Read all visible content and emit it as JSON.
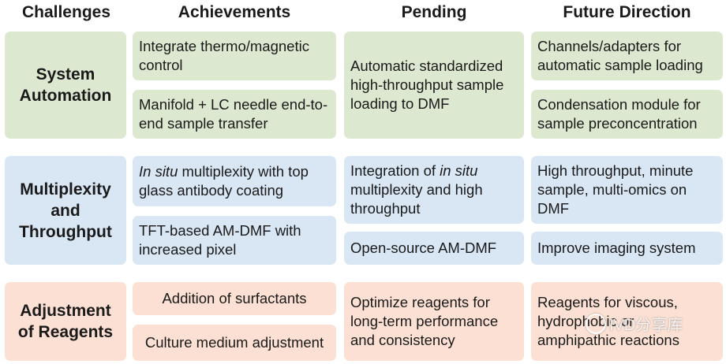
{
  "headers": {
    "challenges": "Challenges",
    "achievements": "Achievements",
    "pending": "Pending",
    "future": "Future Direction"
  },
  "rows": {
    "system": {
      "label": "System\nAutomation",
      "achievements": [
        "Integrate thermo/magnetic control",
        "Manifold + LC needle end-to-end sample transfer"
      ],
      "pending": [
        "Automatic standardized high-throughput sample loading to DMF"
      ],
      "future": [
        "Channels/adapters for automatic sample loading",
        "Condensation module for sample preconcentration"
      ]
    },
    "multiplexity": {
      "label": "Multiplexity\nand\nThroughput",
      "achievements": [
        "In situ multiplexity with top glass antibody coating",
        "TFT-based AM-DMF with increased pixel"
      ],
      "pending": [
        "Integration of in situ multiplexity and high throughput",
        "Open-source AM-DMF"
      ],
      "future": [
        "High throughput, minute sample, multi-omics on DMF",
        "Improve imaging system"
      ]
    },
    "reagents": {
      "label": "Adjustment\nof Reagents",
      "achievements": [
        "Addition of surfactants",
        "Culture medium adjustment"
      ],
      "pending": [
        "Optimize reagents for long-term performance and consistency"
      ],
      "future": [
        "Reagents for viscous, hydrophobic or amphipathic reactions"
      ]
    }
  },
  "watermark": "IVD分享库",
  "colors": {
    "green": "#dde8d0",
    "blue": "#d9e6f4",
    "orange": "#fbe0d3"
  }
}
